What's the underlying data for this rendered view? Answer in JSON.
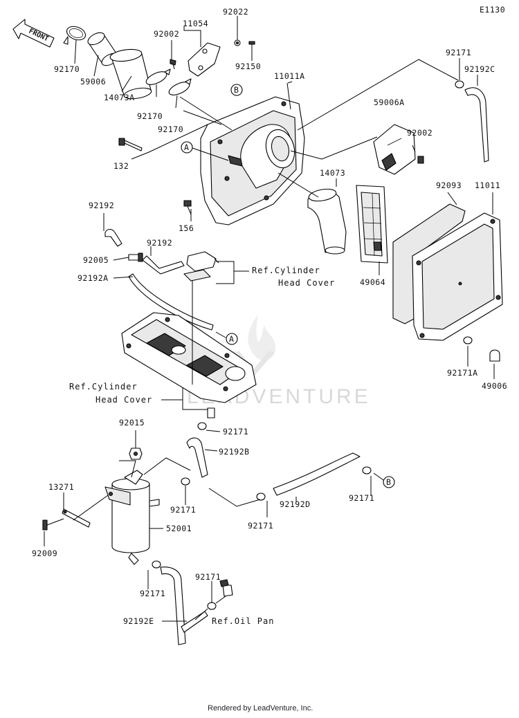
{
  "diagram_code": "E1130",
  "front_arrow_label": "FRONT",
  "watermark": "LEADVENTURE",
  "footer": "Rendered by LeadVenture, Inc.",
  "callouts": {
    "a": "A",
    "b": "B"
  },
  "refs": {
    "cyl_head_cover_1_line1": "Ref.Cylinder",
    "cyl_head_cover_1_line2": "Head Cover",
    "cyl_head_cover_2_line1": "Ref.Cylinder",
    "cyl_head_cover_2_line2": "Head Cover",
    "oil_pan": "Ref.Oil Pan"
  },
  "parts": [
    "92170",
    "59006",
    "14073A",
    "92002",
    "11054",
    "92022",
    "92150",
    "92170",
    "92170",
    "11011A",
    "92171",
    "92192C",
    "59006A",
    "92002",
    "132",
    "14073",
    "92093",
    "11011",
    "92192",
    "156",
    "92192",
    "92005",
    "92192A",
    "49064",
    "92171A",
    "49006",
    "92015",
    "92171",
    "92192B",
    "13271",
    "92171",
    "92171",
    "92192D",
    "92171",
    "52001",
    "92009",
    "92171",
    "92171",
    "92192E"
  ]
}
